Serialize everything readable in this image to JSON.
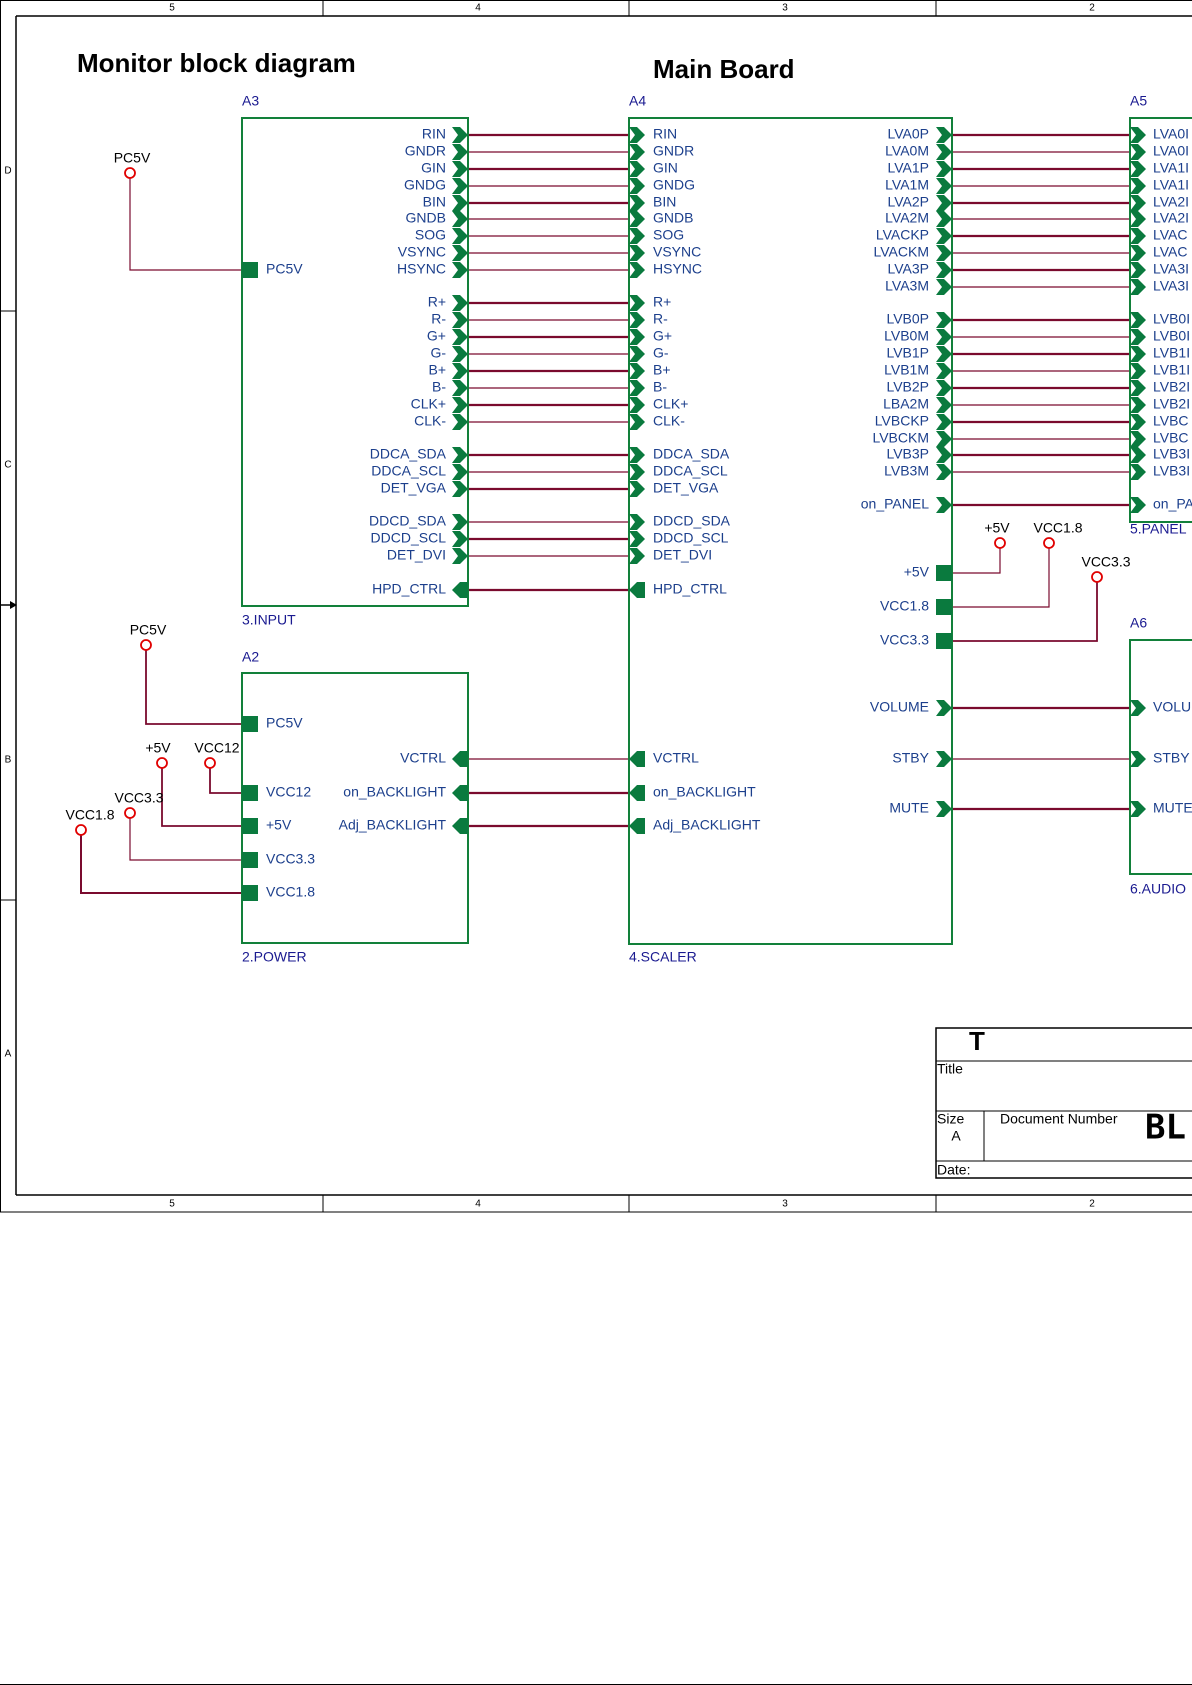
{
  "title": "Monitor block diagram",
  "board_title": "Main Board",
  "border": {
    "col_labels": [
      "5",
      "4",
      "3",
      "2"
    ],
    "row_labels": [
      "D",
      "C",
      "B",
      "A"
    ]
  },
  "colors": {
    "block": "#12803a",
    "pin": "#0a7a3e",
    "wire": "#7a0a2e",
    "text": "#1c3f8c",
    "ref": "#1a1a90",
    "power": "#e00000"
  },
  "blocks": {
    "input": {
      "ref": "A3",
      "name": "3.INPUT",
      "pins": [
        "RIN",
        "GNDR",
        "GIN",
        "GNDG",
        "BIN",
        "GNDB",
        "SOG",
        "VSYNC",
        "HSYNC",
        "R+",
        "R-",
        "G+",
        "G-",
        "B+",
        "B-",
        "CLK+",
        "CLK-",
        "DDCA_SDA",
        "DDCA_SCL",
        "DET_VGA",
        "DDCD_SDA",
        "DDCD_SCL",
        "DET_DVI",
        "HPD_CTRL"
      ],
      "in_pin": "PC5V"
    },
    "scaler": {
      "ref": "A4",
      "name": "4.SCALER",
      "left_pins": [
        "RIN",
        "GNDR",
        "GIN",
        "GNDG",
        "BIN",
        "GNDB",
        "SOG",
        "VSYNC",
        "HSYNC",
        "R+",
        "R-",
        "G+",
        "G-",
        "B+",
        "B-",
        "CLK+",
        "CLK-",
        "DDCA_SDA",
        "DDCA_SCL",
        "DET_VGA",
        "DDCD_SDA",
        "DDCD_SCL",
        "DET_DVI",
        "HPD_CTRL",
        "VCTRL",
        "on_BACKLIGHT",
        "Adj_BACKLIGHT"
      ],
      "right_pins": [
        "LVA0P",
        "LVA0M",
        "LVA1P",
        "LVA1M",
        "LVA2P",
        "LVA2M",
        "LVACKP",
        "LVACKM",
        "LVA3P",
        "LVA3M",
        "LVB0P",
        "LVB0M",
        "LVB1P",
        "LVB1M",
        "LVB2P",
        "LBA2M",
        "LVBCKP",
        "LVBCKM",
        "LVB3P",
        "LVB3M",
        "on_PANEL",
        "+5V",
        "VCC1.8",
        "VCC3.3",
        "VOLUME",
        "STBY",
        "MUTE"
      ]
    },
    "panel": {
      "ref": "A5",
      "name": "5.PANEL",
      "pins": [
        "LVA0I",
        "LVA0I",
        "LVA1I",
        "LVA1I",
        "LVA2I",
        "LVA2I",
        "LVAC",
        "LVAC",
        "LVA3I",
        "LVA3I",
        "LVB0I",
        "LVB0I",
        "LVB1I",
        "LVB1I",
        "LVB2I",
        "LVB2I",
        "LVBC",
        "LVBC",
        "LVB3I",
        "LVB3I",
        "on_PA"
      ]
    },
    "audio": {
      "ref": "A6",
      "name": "6.AUDIO",
      "pins": [
        "VOLU",
        "STBY",
        "MUTE"
      ]
    },
    "power": {
      "ref": "A2",
      "name": "2.POWER",
      "in_pins": [
        "PC5V",
        "VCC12",
        "+5V",
        "VCC3.3",
        "VCC1.8"
      ],
      "out_pins": [
        "VCTRL",
        "on_BACKLIGHT",
        "Adj_BACKLIGHT"
      ]
    }
  },
  "power_symbols": {
    "input_pc5v": "PC5V",
    "power_pc5v": "PC5V",
    "p5v_a": "+5V",
    "vcc12": "VCC12",
    "vcc33_a": "VCC3.3",
    "vcc18_a": "VCC1.8",
    "p5v_b": "+5V",
    "vcc18_b": "VCC1.8",
    "vcc33_b": "VCC3.3"
  },
  "title_block": {
    "big": "T",
    "title_label": "Title",
    "size_label": "Size",
    "size_value": "A",
    "doc_label": "Document Number",
    "doc_value": "BL(",
    "date_label": "Date:"
  }
}
